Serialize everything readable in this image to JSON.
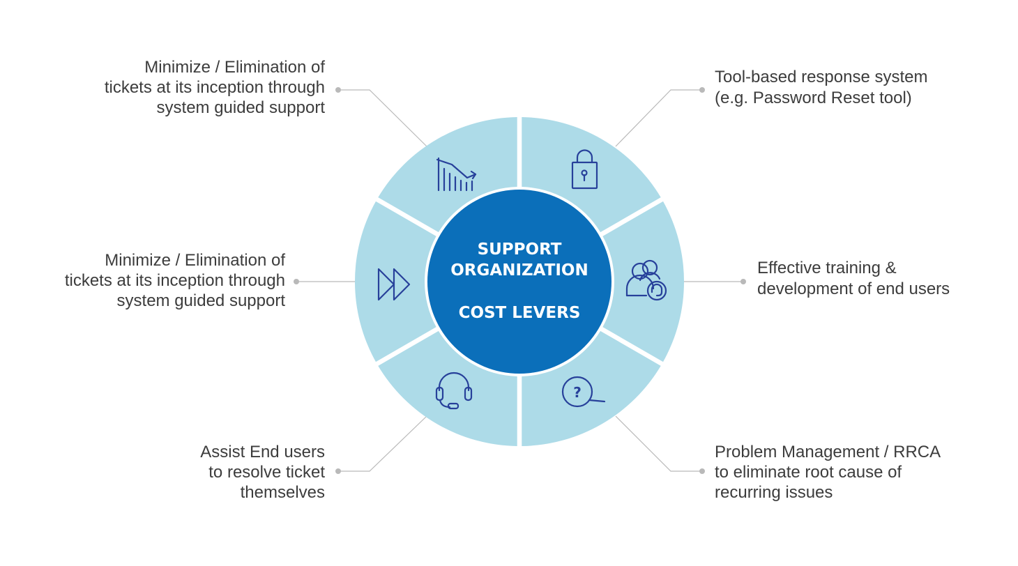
{
  "hub": {
    "line1": "SUPPORT",
    "line2": "ORGANIZATION",
    "line3": "COST LEVERS"
  },
  "colors": {
    "ring_segment": "#addbe8",
    "hub_fill": "#0b6fba",
    "icon_stroke": "#27409a",
    "connector": "#b9b9b9",
    "label_text": "#3c3c3c"
  },
  "levers": [
    {
      "icon": "declining-chart-icon",
      "lines": [
        "Minimize / Elimination of",
        "tickets at its inception through",
        "system guided support"
      ]
    },
    {
      "icon": "padlock-icon",
      "lines": [
        "Tool-based response system",
        "(e.g. Password Reset tool)"
      ]
    },
    {
      "icon": "users-headset-icon",
      "lines": [
        "Effective training &",
        "development of end users"
      ]
    },
    {
      "icon": "question-magnifier-icon",
      "lines": [
        "Problem Management / RRCA",
        "to eliminate root cause of",
        "recurring issues"
      ]
    },
    {
      "icon": "headset-icon",
      "lines": [
        "Assist End users",
        "to resolve ticket",
        "themselves"
      ]
    },
    {
      "icon": "fast-forward-icon",
      "lines": [
        "Minimize / Elimination of",
        "tickets at its inception through",
        "system guided support"
      ]
    }
  ]
}
